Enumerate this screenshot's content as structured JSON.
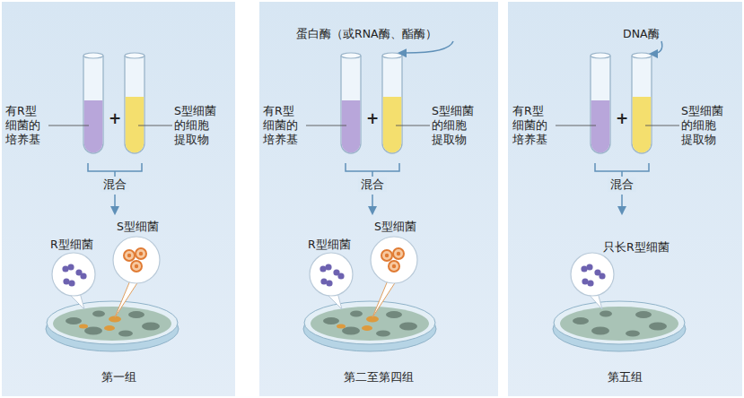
{
  "diagram": {
    "nodes": [
      {
        "text": [
          "第一组"
        ]
      },
      {
        "text": [
          "第二至第四组"
        ]
      },
      {
        "text": [
          "第五组"
        ]
      }
    ],
    "labels": [
      "有R型 细菌的 培养基",
      "+",
      "S型细菌 的细胞 提取物",
      "混合",
      "S型细菌",
      "R型细菌",
      "蛋白酶（或RNA酶、酯酶）",
      "有R型 细菌的 培养基",
      "+",
      "S型细菌 的细胞 提取物",
      "混合",
      "S型细菌",
      "R型细菌",
      "DNA酶",
      "有R型 细菌的 培养基",
      "+",
      "S型细菌 的细胞 提取物",
      "混合",
      "只长R型细菌"
    ]
  }
}
